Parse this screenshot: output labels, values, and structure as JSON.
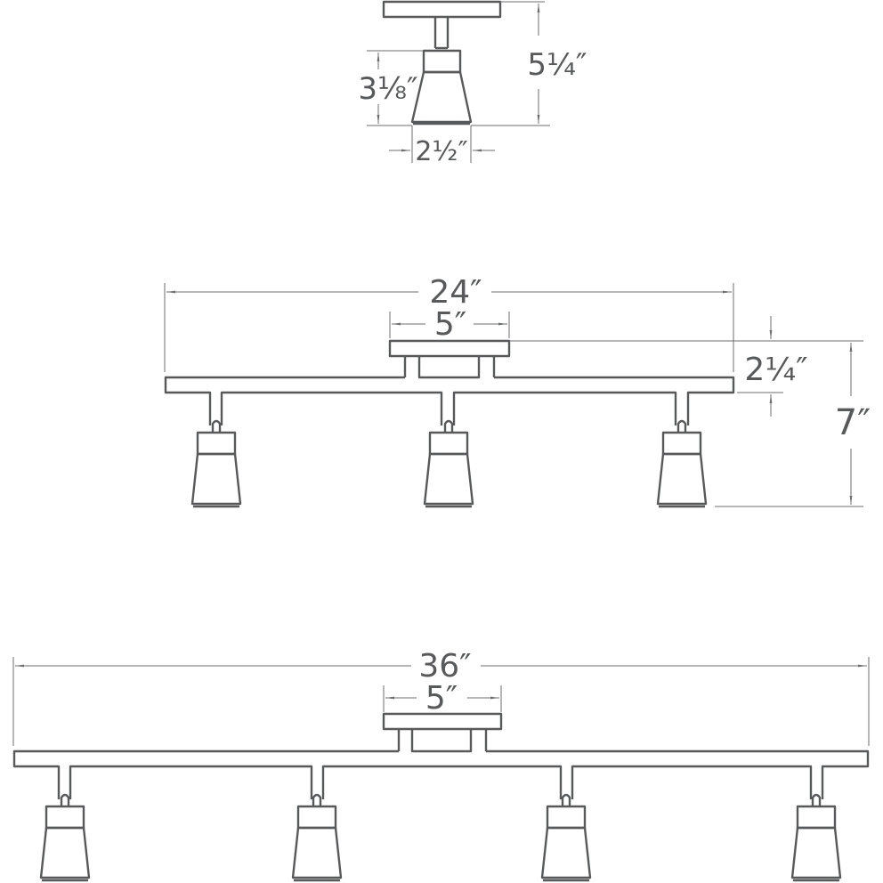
{
  "diagram": {
    "subject": "Track lighting fixture dimension drawings",
    "line_color": "#58595b",
    "text_color": "#58595b",
    "views": [
      {
        "id": "single-spot",
        "description": "Single monopoint spotlight",
        "dimensions": {
          "overall_height": "5¼″",
          "head_height": "3⅛″",
          "head_width": "2½″"
        }
      },
      {
        "id": "three-light-bar",
        "description": "3-light 24 inch bar",
        "light_count": 3,
        "dimensions": {
          "overall_length": "24″",
          "canopy_width": "5″",
          "canopy_to_bar": "2¼″",
          "overall_height": "7″"
        }
      },
      {
        "id": "four-light-bar",
        "description": "4-light 36 inch bar",
        "light_count": 4,
        "dimensions": {
          "overall_length": "36″",
          "canopy_width": "5″"
        }
      }
    ]
  }
}
